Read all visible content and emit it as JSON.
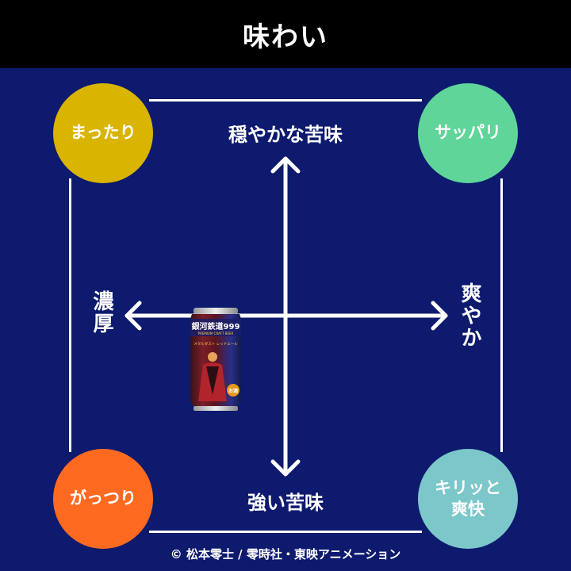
{
  "header": {
    "title": "味わい"
  },
  "corners": {
    "top_left": {
      "label": "まったり",
      "color": "#d9b400"
    },
    "top_right": {
      "label": "サッパリ",
      "color": "#5fd59a"
    },
    "bottom_left": {
      "label": "がっつり",
      "color": "#ff6a21"
    },
    "bottom_right": {
      "label": "キリッと\n爽快",
      "color": "#7cc7c9"
    }
  },
  "axes": {
    "top": "穏やかな苦味",
    "bottom": "強い苦味",
    "left": "濃厚",
    "right": "爽やか"
  },
  "product": {
    "name": "銀河鉄道999",
    "subtitle": "PREMIUM CRAFT BEER",
    "variety": "メタルダスト レッドエール",
    "badge": "お酒"
  },
  "footer": {
    "copyright": "© 松本零士 / 零時社・東映アニメーション"
  },
  "colors": {
    "background": "#0d1a6e",
    "header": "#000000",
    "line": "#ffffff"
  }
}
